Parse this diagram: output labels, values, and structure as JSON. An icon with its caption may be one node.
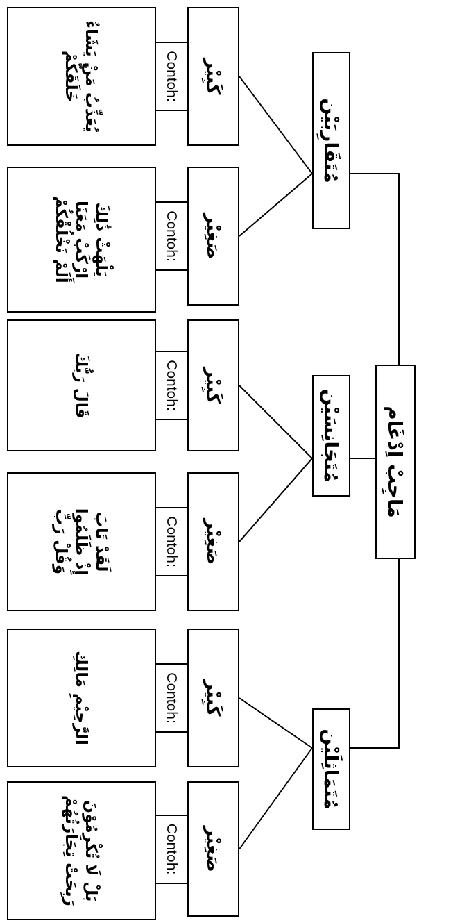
{
  "diagram": {
    "nodes": [
      {
        "text": [
          "مَاجِبْ اِدْغَام"
        ]
      },
      {
        "text": [
          "مُتَقَارِبَيْن"
        ]
      },
      {
        "text": [
          "مُتَجَانِسَيْن"
        ]
      },
      {
        "text": [
          "مُتَمَاثِلَيْن"
        ]
      },
      {
        "text": [
          "كَبِيْر"
        ]
      },
      {
        "text": [
          "Contoh:"
        ]
      },
      {
        "text": [
          "يُعَذِّبُ مَنْ يَشَاءُ",
          "خَلَقَكُّمْ"
        ]
      },
      {
        "text": [
          "صَغِيْر"
        ]
      },
      {
        "text": [
          "Contoh:"
        ]
      },
      {
        "text": [
          "يَلْهَثْ ذَٰلِكَ",
          "ارْكَبْ مَعَنَا",
          "أَلَمْ نَخْلُقْكُمْ"
        ]
      },
      {
        "text": [
          "كَبِيْر"
        ]
      },
      {
        "text": [
          "Contoh:"
        ]
      },
      {
        "text": [
          "قَالَ رَبُّكَ"
        ]
      },
      {
        "text": [
          "صَغِيْر"
        ]
      },
      {
        "text": [
          "Contoh:"
        ]
      },
      {
        "text": [
          "لَقَدْ تَابَ",
          "إِذْ ظَلَمُوا",
          "وَقُلْ رَبِّ"
        ]
      },
      {
        "text": [
          "كَبِيْر"
        ]
      },
      {
        "text": [
          "Contoh:"
        ]
      },
      {
        "text": [
          "الرَّحِيْمِ مَالِكِ"
        ]
      },
      {
        "text": [
          "صَغِيْر"
        ]
      },
      {
        "text": [
          "Contoh:"
        ]
      },
      {
        "text": [
          "بَلْ لَا تُكْرِمُوْنَ",
          "رَبِحَتْ تِجَارَتُهُمْ"
        ]
      }
    ],
    "edges": [
      {
        "from": 0,
        "to": 1,
        "arrow": "none"
      },
      {
        "from": 0,
        "to": 2,
        "arrow": "none"
      },
      {
        "from": 0,
        "to": 3,
        "arrow": "none"
      },
      {
        "from": 1,
        "to": 4,
        "arrow": "none"
      },
      {
        "from": 1,
        "to": 7,
        "arrow": "none"
      },
      {
        "from": 2,
        "to": 10,
        "arrow": "none"
      },
      {
        "from": 2,
        "to": 13,
        "arrow": "none"
      },
      {
        "from": 3,
        "to": 16,
        "arrow": "none"
      },
      {
        "from": 3,
        "to": 19,
        "arrow": "none"
      }
    ]
  }
}
